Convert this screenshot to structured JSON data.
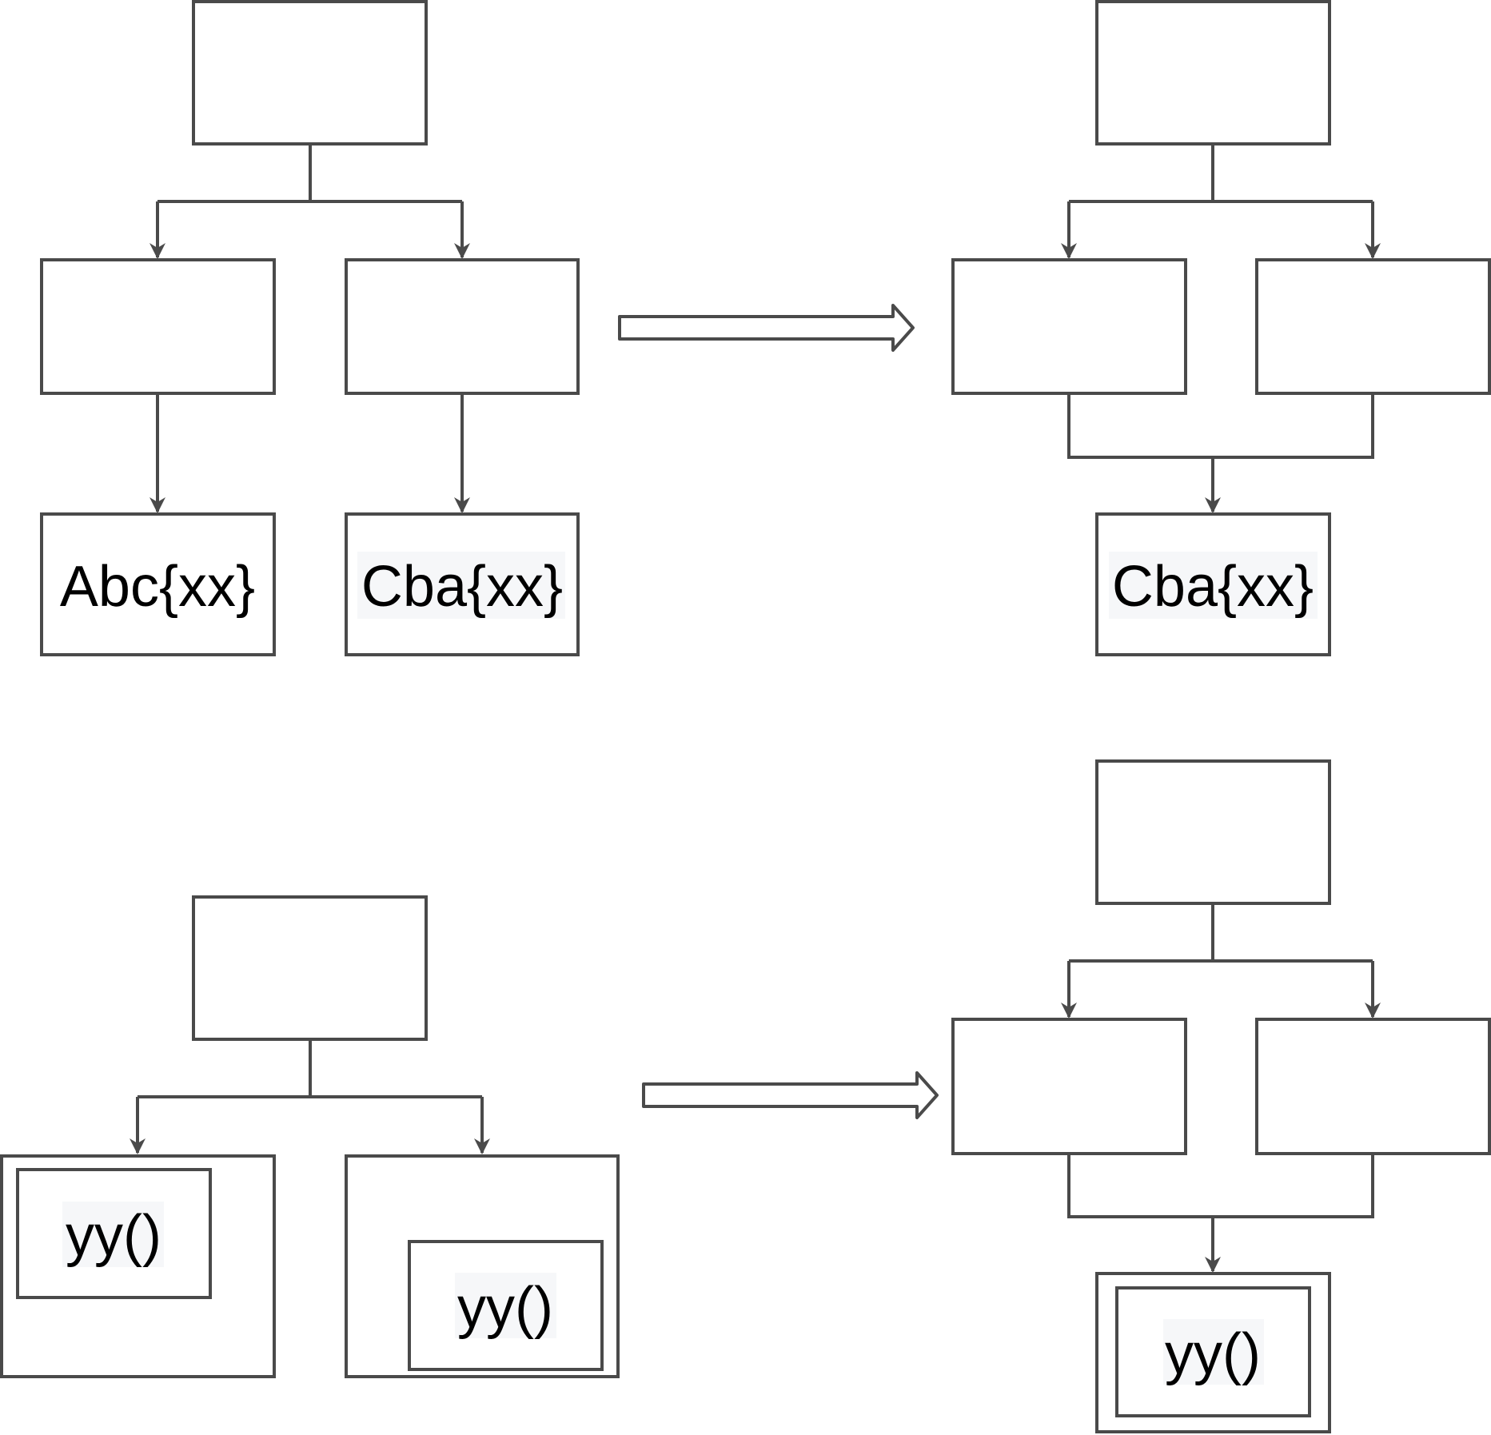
{
  "diagram": {
    "top_left": {
      "leaf_left_label": "Abc{xx}",
      "leaf_right_label": "Cba{xx}"
    },
    "top_right": {
      "merged_leaf_label": "Cba{xx}"
    },
    "bottom_left": {
      "inner_left_label": "yy()",
      "inner_right_label": "yy()"
    },
    "bottom_right": {
      "merged_leaf_label": "yy()"
    },
    "colors": {
      "stroke": "#4a4a4a",
      "text": "#000000",
      "label_highlight": "#f6f7f9"
    }
  }
}
